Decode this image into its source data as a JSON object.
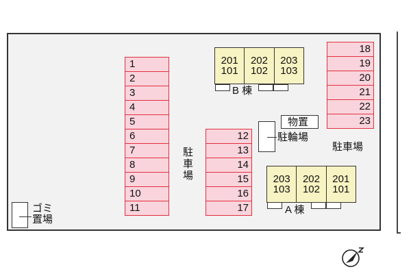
{
  "parking_left": [
    "1",
    "2",
    "3",
    "4",
    "5",
    "6",
    "7",
    "8",
    "9",
    "10",
    "11"
  ],
  "parking_middle": [
    "12",
    "13",
    "14",
    "15",
    "16",
    "17"
  ],
  "parking_top_right": [
    "18",
    "19",
    "20",
    "21",
    "22",
    "23"
  ],
  "building_b": {
    "units": [
      {
        "upper": "201",
        "lower": "101"
      },
      {
        "upper": "202",
        "lower": "102"
      },
      {
        "upper": "203",
        "lower": "103"
      }
    ],
    "label": "B 棟"
  },
  "building_a": {
    "units": [
      {
        "upper": "203",
        "lower": "103"
      },
      {
        "upper": "202",
        "lower": "102"
      },
      {
        "upper": "201",
        "lower": "101"
      }
    ],
    "label": "A 棟"
  },
  "storage_label": "物置",
  "bicycle_label": "駐輪場",
  "parking_label_vertical": "駐車場",
  "parking_label_right": "駐車場",
  "trash_label_line1": "ゴミ",
  "trash_label_line2": "置場",
  "colors": {
    "stall_fill": "#f9d4dd",
    "stall_border": "#e0303c",
    "building_fill": "#f8f3c2",
    "site_fill": "#f2f2f2"
  },
  "icons": {
    "compass": "north-compass-icon"
  }
}
